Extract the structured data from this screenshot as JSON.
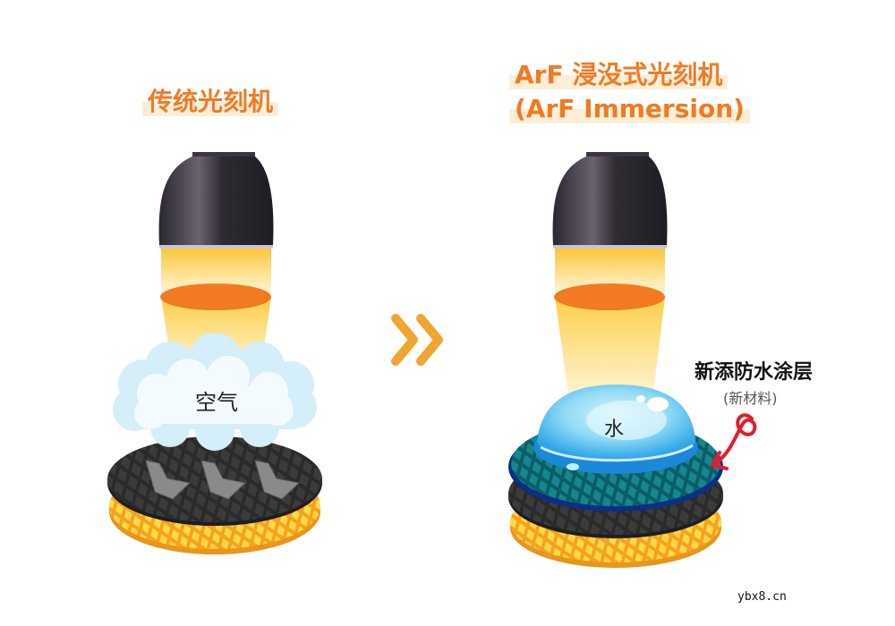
{
  "left_panel": {
    "title": "传统光刻机",
    "medium_label": "空气"
  },
  "right_panel": {
    "title_line1": "ArF 浸没式光刻机",
    "title_line2": "(ArF Immersion)",
    "medium_label": "水",
    "callout_title": "新添防水涂层",
    "callout_subtitle": "(新材料)"
  },
  "arrow": {
    "icon": "double-chevron-right-icon",
    "color": "#f0a431"
  },
  "watermark": "ybx8.cn",
  "colors": {
    "title_orange": "#f07b22",
    "title_highlight": "#fdeed6",
    "lamp_dark": "#2d2a30",
    "light_yellow": "#fcd35a",
    "lens_orange": "#f27a22",
    "wafer_black": "#2b2b2b",
    "wafer_gold": "#fbbf25",
    "coating_teal": "#137d86",
    "water_blue": "#3fb4ee",
    "callout_red": "#e21d2e"
  }
}
